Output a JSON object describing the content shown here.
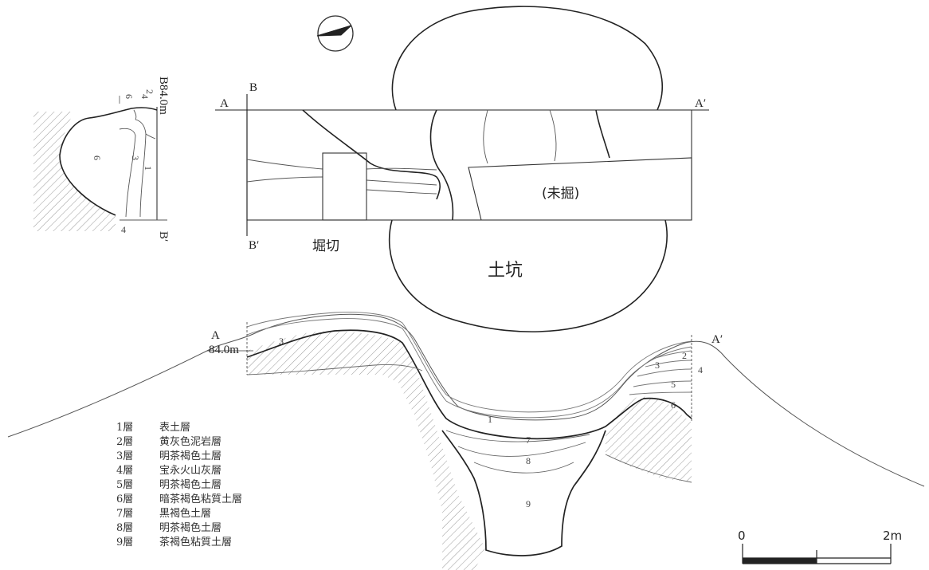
{
  "plan": {
    "label_A": "A",
    "label_A_prime": "A′",
    "label_B": "B",
    "label_B_prime": "B′",
    "trench_label": "堀切",
    "pit_label": "土坑",
    "unexcavated_label": "(未掘)"
  },
  "section_AA": {
    "label_A": "A",
    "label_A_prime": "A′",
    "elevation": "84.0m",
    "layer_numbers_left": [
      "3"
    ],
    "layer_numbers_bottom": [
      "1",
      "7",
      "8",
      "9"
    ],
    "layer_numbers_right": [
      "2",
      "3",
      "4",
      "5",
      "6"
    ]
  },
  "section_BB": {
    "label_B_elev": "B84.0m",
    "label_B_prime": "B′",
    "layer_numbers": [
      "2",
      "4",
      "6",
      "6",
      "3",
      "1",
      "4"
    ]
  },
  "legend": [
    {
      "num": "1層",
      "desc": "表土層"
    },
    {
      "num": "2層",
      "desc": "黄灰色泥岩層"
    },
    {
      "num": "3層",
      "desc": "明茶褐色土層"
    },
    {
      "num": "4層",
      "desc": "宝永火山灰層"
    },
    {
      "num": "5層",
      "desc": "明茶褐色土層"
    },
    {
      "num": "6層",
      "desc": "暗茶褐色粘質土層"
    },
    {
      "num": "7層",
      "desc": "黒褐色土層"
    },
    {
      "num": "8層",
      "desc": "明茶褐色土層"
    },
    {
      "num": "9層",
      "desc": "茶褐色粘質土層"
    }
  ],
  "scale": {
    "start": "0",
    "end": "2m"
  },
  "icons": {
    "north_arrow": "north-arrow-icon"
  }
}
